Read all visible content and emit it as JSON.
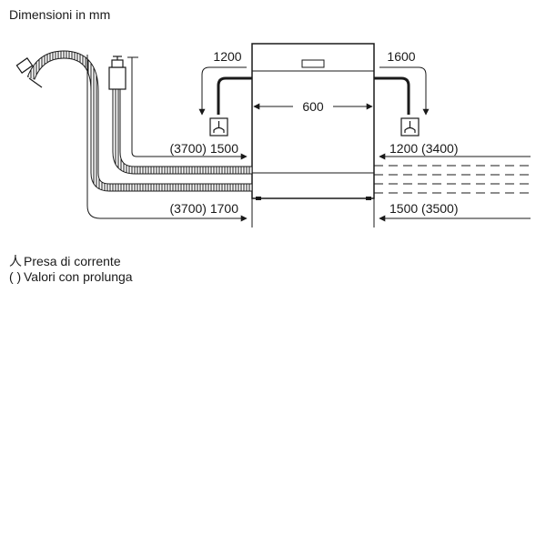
{
  "title": "Dimensioni in mm",
  "labels": {
    "width": "600",
    "cable_left": "1200",
    "cable_right": "1600",
    "inlet_hose": "(3700) 1500",
    "drain_hose": "(3700) 1700",
    "right_upper": "1200 (3400)",
    "right_lower": "1500 (3500)"
  },
  "legend": {
    "outlet_symbol": "人",
    "outlet_text": "Presa di corrente",
    "extension_symbol": "( )",
    "extension_text": "Valori con prolunga"
  },
  "colors": {
    "line": "#1a1a1a",
    "dim_line": "#555555"
  }
}
